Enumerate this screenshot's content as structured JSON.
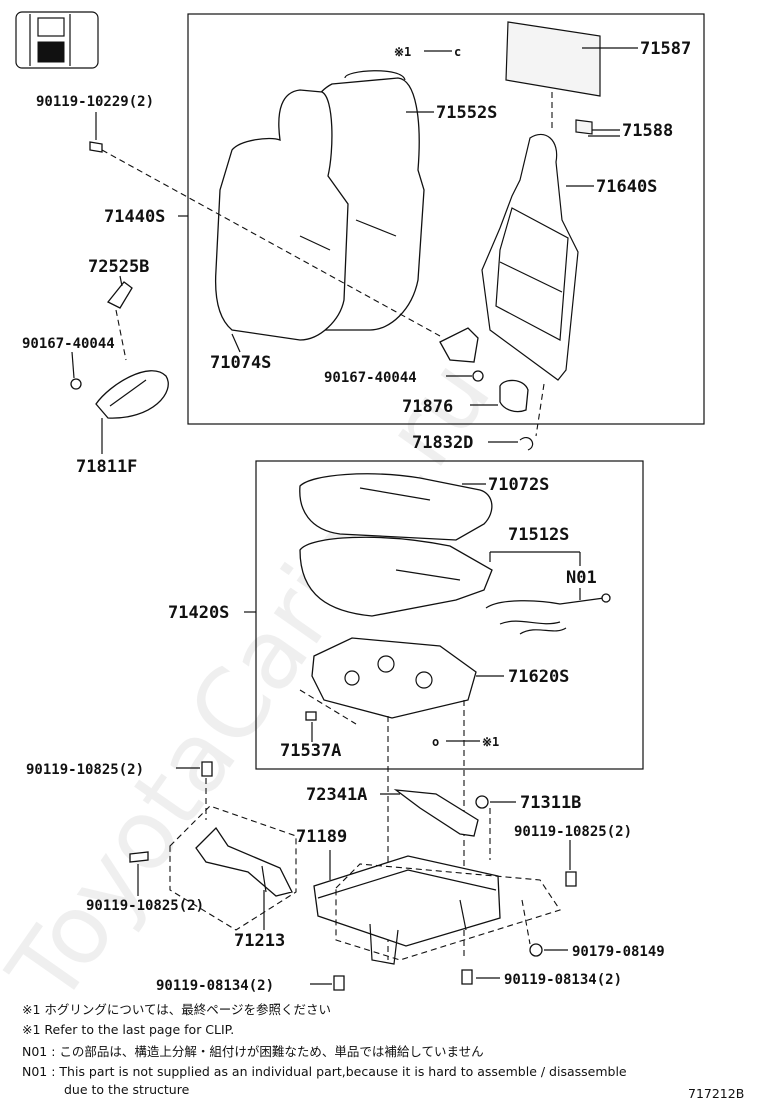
{
  "watermark": "ToyotaCarine.ru",
  "diagram_id": "717212B",
  "clip_mark": "※1",
  "labels": {
    "p71587": "71587",
    "p71588": "71588",
    "p71552S": "71552S",
    "p71640S": "71640S",
    "p90119_10229": "90119-10229(2)",
    "p71440S": "71440S",
    "p72525B": "72525B",
    "p90167_40044_left": "90167-40044",
    "p71074S": "71074S",
    "p90167_40044_right": "90167-40044",
    "p71876": "71876",
    "p71811F": "71811F",
    "p71832D": "71832D",
    "p71072S": "71072S",
    "p71512S": "71512S",
    "pN01": "N01",
    "p71420S": "71420S",
    "p71620S": "71620S",
    "p71537A": "71537A",
    "p90119_10825_a": "90119-10825(2)",
    "p72341A": "72341A",
    "p71311B": "71311B",
    "p71189": "71189",
    "p90119_10825_b": "90119-10825(2)",
    "p90119_10825_c": "90119-10825(2)",
    "p71213": "71213",
    "p90179_08149": "90179-08149",
    "p90119_08134_a": "90119-08134(2)",
    "p90119_08134_b": "90119-08134(2)"
  },
  "notes": {
    "clip_jp": "※1 ホグリングについては、最終ページを参照ください",
    "clip_en": "※1 Refer to the last page for CLIP.",
    "n01_jp": "N01 : この部品は、構造上分解・組付けが困難なため、単品では補給していません",
    "n01_en_1": "N01 : This part is not supplied as an individual part,because it is hard to assemble / disassemble",
    "n01_en_2": "due to the structure"
  }
}
